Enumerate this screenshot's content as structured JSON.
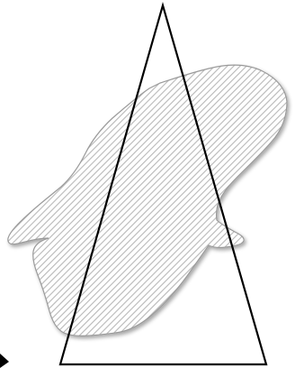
{
  "diagram": {
    "colors": {
      "background": "#ffffff",
      "blob_fill": "#ffffff",
      "blob_hatch": "#b8b8b8",
      "blob_outline": "#9a9a9a",
      "blob_shadow": "#cfcfcf",
      "triangle_stroke": "#000000",
      "arrow": "#000000"
    },
    "shapes": [
      "hatched-blob",
      "triangle",
      "arrowhead"
    ]
  }
}
